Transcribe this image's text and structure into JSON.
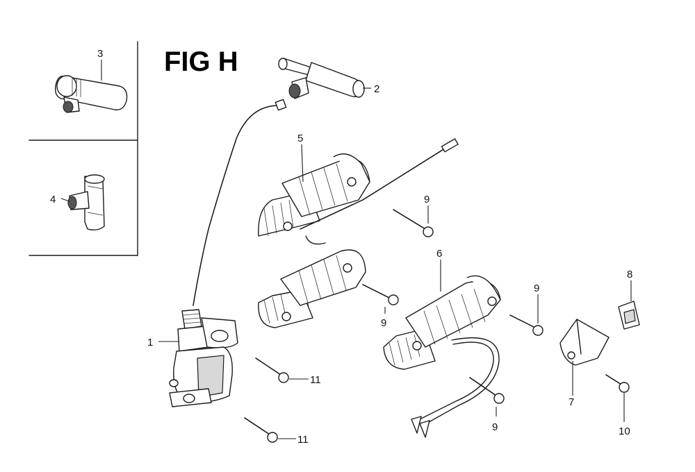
{
  "figure": {
    "title": "FIG H"
  },
  "callouts": {
    "c1": "1",
    "c2": "2",
    "c3": "3",
    "c4": "4",
    "c5": "5",
    "c6": "6",
    "c7": "7",
    "c8": "8",
    "c9a": "9",
    "c9b": "9",
    "c9c": "9",
    "c9d": "9",
    "c10": "10",
    "c11a": "11",
    "c11b": "11"
  }
}
